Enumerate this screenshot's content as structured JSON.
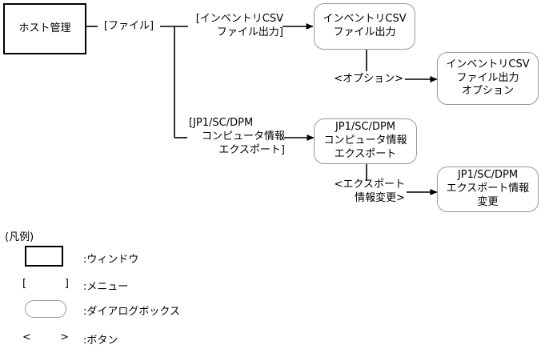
{
  "diagram": {
    "title_window": "ホスト管理",
    "menu_file": "[ファイル]",
    "branch1": {
      "menu_line1": "[インベントリCSV",
      "menu_line2": "ファイル出力]",
      "dialog_line1": "インベントリCSV",
      "dialog_line2": "ファイル出力",
      "button_label": "<オプション>",
      "dialog2_line1": "インベントリCSV",
      "dialog2_line2": "ファイル出力",
      "dialog2_line3": "オプション"
    },
    "branch2": {
      "menu_line1": "[JP1/SC/DPM",
      "menu_line2": "コンピュータ情報",
      "menu_line3": "エクスポート]",
      "dialog_line1": "JP1/SC/DPM",
      "dialog_line2": "コンピュータ情報",
      "dialog_line3": "エクスポート",
      "button_line1": "<エクスポート",
      "button_line2": "情報変更>",
      "dialog2_line1": "JP1/SC/DPM",
      "dialog2_line2": "エクスポート情報",
      "dialog2_line3": "変更"
    }
  },
  "legend": {
    "title": "(凡例)",
    "window_label": ":ウィンドウ",
    "menu_open": "[",
    "menu_close": "]",
    "menu_label": ":メニュー",
    "dialog_label": ":ダイアログボックス",
    "button_open": "<",
    "button_close": ">",
    "button_label": ":ボタン"
  }
}
